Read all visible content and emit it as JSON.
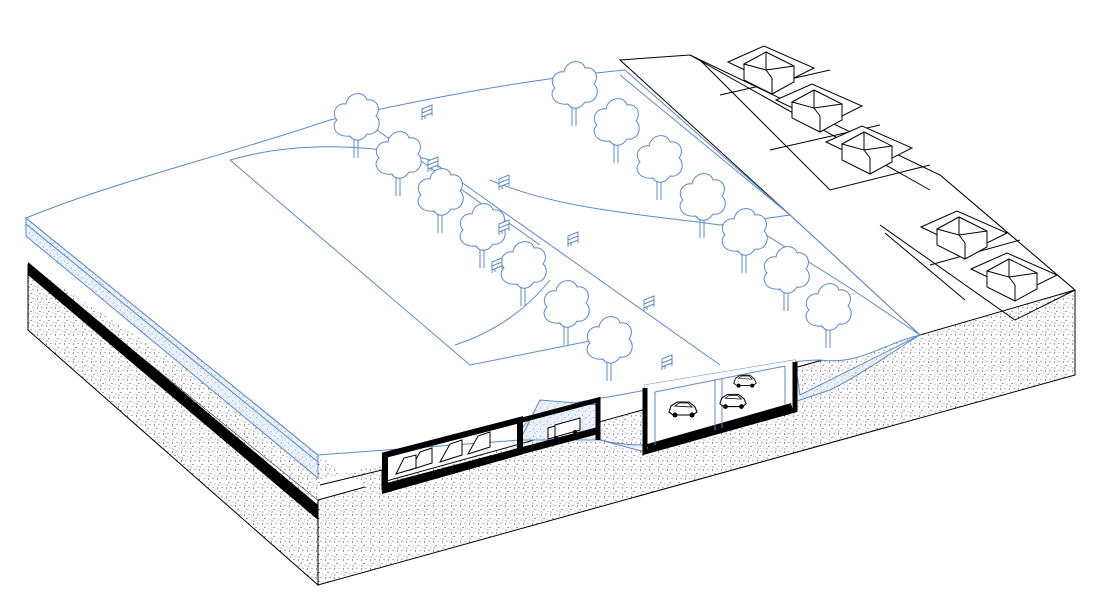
{
  "diagram": {
    "type": "isometric-section",
    "colors": {
      "landscape_line": "#5b8ac8",
      "landscape_fill": "#dfe9f6",
      "structure": "#000000",
      "soil_dots": "#000000",
      "background": "#ffffff"
    },
    "icons": [
      "tree-icon",
      "bench-icon",
      "house-icon",
      "car-icon",
      "truck-icon",
      "parking-bay-icon"
    ],
    "counts": {
      "trees": 14,
      "benches": 8,
      "houses": 5,
      "cars": 3,
      "trucks": 1,
      "parking_bays": 4
    }
  }
}
